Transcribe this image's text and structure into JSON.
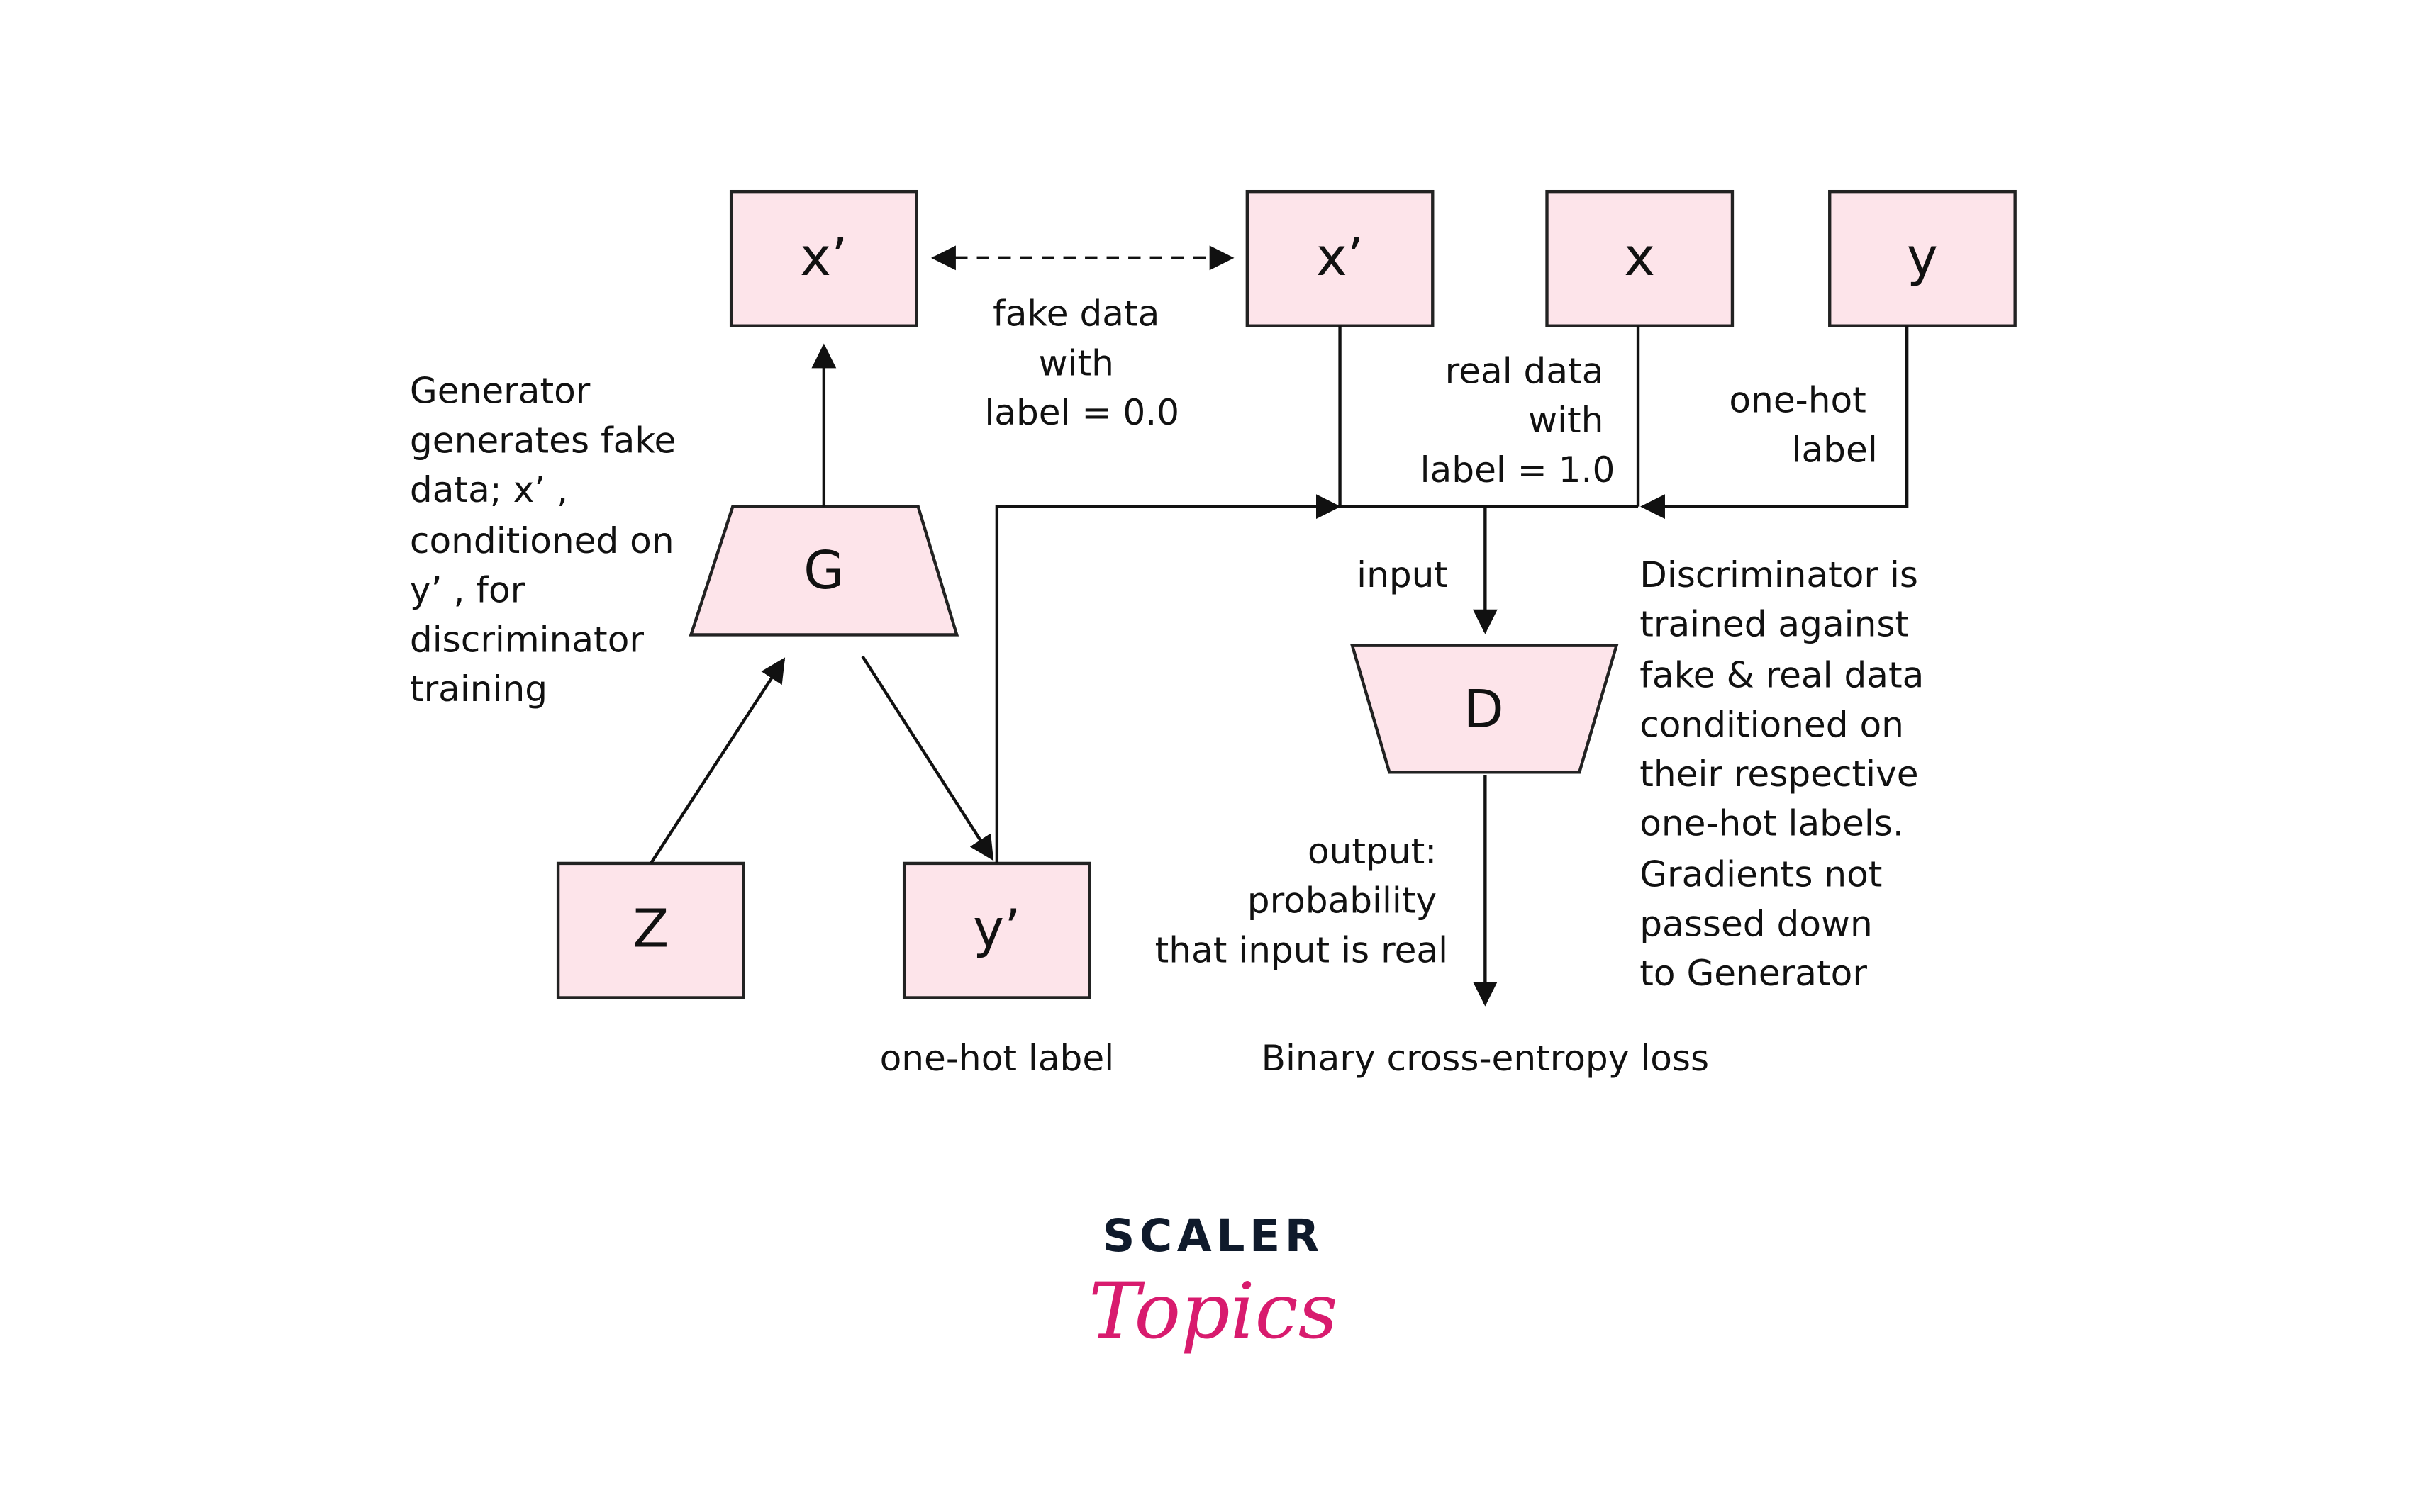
{
  "nodes": {
    "x_prime_gen": "x’",
    "x_prime_fake": "x’",
    "x_real": "x",
    "y_real": "y",
    "z": "Z",
    "y_prime": "y’",
    "generator": "G",
    "discriminator": "D"
  },
  "labels": {
    "fake_data": [
      "fake data",
      "with",
      "label = 0.0"
    ],
    "real_data": [
      "real data",
      "with",
      "label = 1.0"
    ],
    "one_hot_top": [
      "one-hot",
      "label"
    ],
    "generator_note": [
      "Generator",
      "generates fake",
      "data; x’ ,",
      "conditioned on",
      "y’ , for",
      "discriminator",
      "training"
    ],
    "input": "input",
    "discriminator_note": [
      "Discriminator is",
      "trained against",
      "fake & real data",
      "conditioned on",
      "their respective",
      "one-hot labels.",
      "Gradients not",
      "passed down",
      "to Generator"
    ],
    "output": [
      "output:",
      "probability",
      "that input is real"
    ],
    "one_hot_bottom": "one-hot label",
    "loss": "Binary cross-entropy loss"
  },
  "logo": {
    "line1": "SCALER",
    "line2": "Topics"
  },
  "colors": {
    "box_fill": "#fde4ea",
    "logo_dark": "#0f1a2b",
    "logo_pink": "#d81b6e"
  }
}
